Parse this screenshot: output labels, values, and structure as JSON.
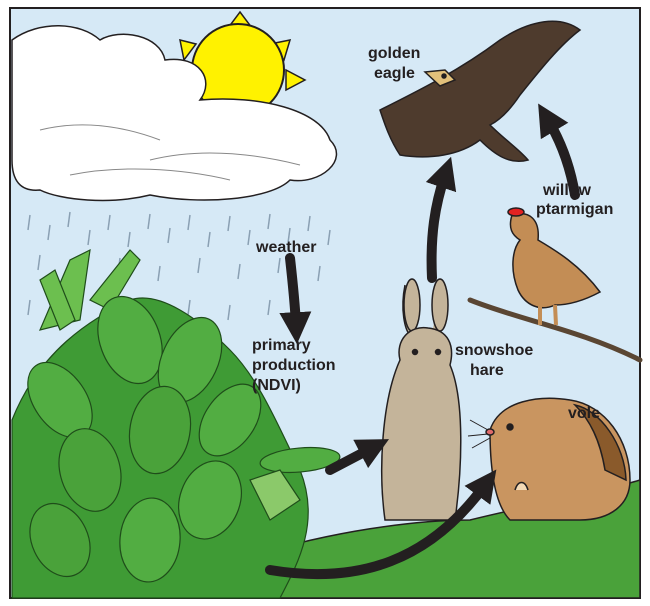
{
  "labels": {
    "golden_eagle_1": "golden",
    "golden_eagle_2": "eagle",
    "willow_ptarmigan_1": "willow",
    "willow_ptarmigan_2": "ptarmigan",
    "weather": "weather",
    "primary_production_1": "primary",
    "primary_production_2": "production",
    "primary_production_3": "(NDVI)",
    "snowshoe_hare_1": "snowshoe",
    "snowshoe_hare_2": "hare",
    "vole": "vole"
  },
  "colors": {
    "sky": "#d6e9f6",
    "sun": "#fff200",
    "ground": "#4aa23a",
    "leaf": "#3f9b35",
    "leaf_dark": "#2b6e25",
    "eagle": "#4e3b2d",
    "hare": "#c4b49a",
    "ptarmigan": "#c38d55",
    "vole": "#c99560",
    "arrow": "#231f20"
  },
  "icons": [
    "sun-icon",
    "cloud-icon",
    "rain-icon",
    "plant-icon",
    "golden-eagle-icon",
    "willow-ptarmigan-icon",
    "snowshoe-hare-icon",
    "vole-icon",
    "branch-icon",
    "arrow-icon"
  ]
}
